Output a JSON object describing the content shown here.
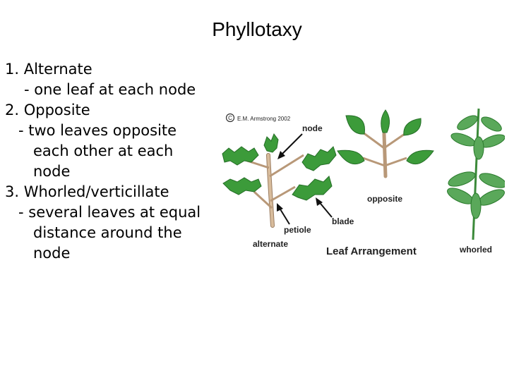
{
  "slide": {
    "title": "Phyllotaxy",
    "list": {
      "alternate_heading": "1.  Alternate",
      "alternate_desc": "- one leaf at each node",
      "opposite_heading": "2. Opposite",
      "opposite_desc_1": "- two leaves opposite",
      "opposite_desc_2": "each other at each",
      "opposite_desc_3": "node",
      "whorled_heading": "3. Whorled/verticillate",
      "whorled_desc_1": "- several leaves at equal",
      "whorled_desc_2": "distance around the",
      "whorled_desc_3": "node"
    },
    "figure": {
      "copyright": "E.M. Armstrong 2002",
      "label_node": "node",
      "label_opposite": "opposite",
      "label_blade": "blade",
      "label_petiole": "petiole",
      "label_alternate": "alternate",
      "label_caption": "Leaf Arrangement",
      "label_whorled": "whorled"
    }
  },
  "colors": {
    "leaf": "#3c9b3a",
    "leaf_dark": "#2a7a2c",
    "whorled_leaf": "#5aa85a",
    "stem": "#c9a98a",
    "stem_outline": "#9b7d61"
  }
}
